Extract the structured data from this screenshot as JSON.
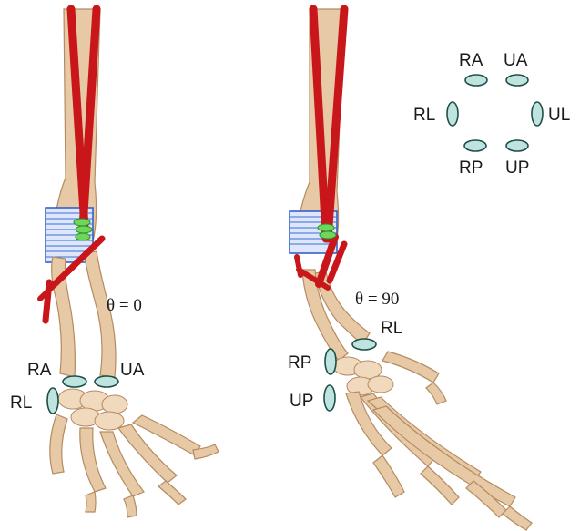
{
  "left_panel": {
    "angle_label": "θ = 0",
    "markers": [
      "RA",
      "UA",
      "RL"
    ]
  },
  "right_panel": {
    "angle_label": "θ = 90",
    "markers": [
      "RL",
      "RP",
      "UP"
    ]
  },
  "legend": {
    "labels": [
      "RA",
      "UA",
      "RL",
      "UL",
      "RP",
      "UP"
    ]
  },
  "colors": {
    "bone": "#e7c9a5",
    "muscle": "#c8161b",
    "marker_fill": "#bfe3df",
    "marker_stroke": "#1f4f48",
    "wrap_box": "#2b57c4",
    "via_points": "#6ed65a"
  }
}
